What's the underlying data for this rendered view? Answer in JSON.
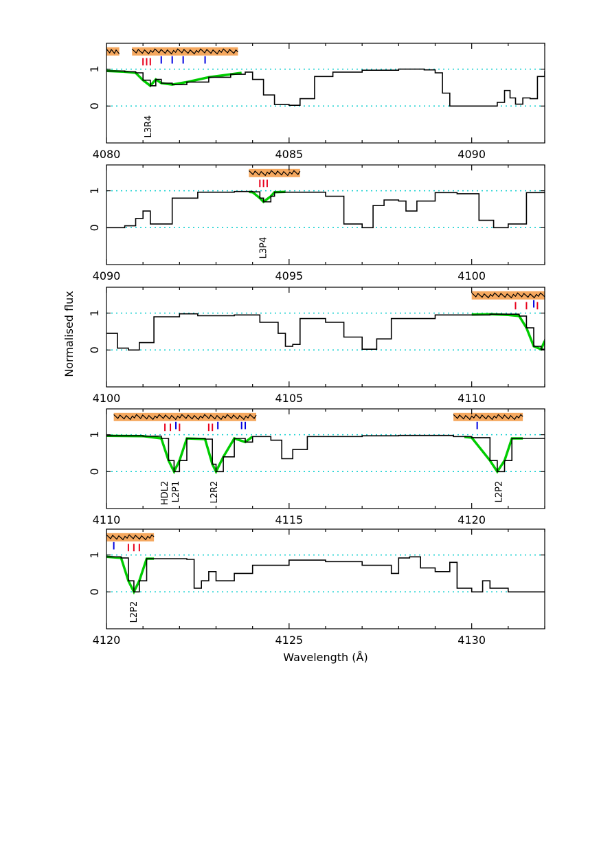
{
  "chart_data": {
    "type": "line",
    "xlabel": "Wavelength (Å)",
    "ylabel": "Normalised flux",
    "ylim": [
      -1,
      1.7
    ],
    "yticks": [
      0,
      1
    ],
    "colors": {
      "data": "#000000",
      "model": "#00cc00",
      "reference": "#00cccc",
      "residual_band": "#f5a85f",
      "ticks_red": "#e8001c",
      "ticks_blue": "#0000e0"
    },
    "panels": [
      {
        "xlim": [
          4080,
          4092
        ],
        "xticks": [
          4080,
          4085,
          4090
        ],
        "spectrum": [
          [
            4080,
            0.95
          ],
          [
            4080.5,
            0.93
          ],
          [
            4080.8,
            0.9
          ],
          [
            4081.0,
            0.7
          ],
          [
            4081.2,
            0.55
          ],
          [
            4081.35,
            0.72
          ],
          [
            4081.5,
            0.62
          ],
          [
            4081.8,
            0.58
          ],
          [
            4082.2,
            0.65
          ],
          [
            4082.8,
            0.78
          ],
          [
            4083.4,
            0.86
          ],
          [
            4083.8,
            0.92
          ],
          [
            4084.0,
            0.72
          ],
          [
            4084.3,
            0.3
          ],
          [
            4084.6,
            0.04
          ],
          [
            4085.0,
            0.02
          ],
          [
            4085.3,
            0.2
          ],
          [
            4085.7,
            0.8
          ],
          [
            4086.2,
            0.92
          ],
          [
            4087,
            0.97
          ],
          [
            4088,
            1.0
          ],
          [
            4088.7,
            0.98
          ],
          [
            4089.0,
            0.9
          ],
          [
            4089.2,
            0.35
          ],
          [
            4089.4,
            0.0
          ],
          [
            4089.8,
            0.0
          ],
          [
            4090.3,
            0.0
          ],
          [
            4090.7,
            0.1
          ],
          [
            4090.9,
            0.42
          ],
          [
            4091.05,
            0.22
          ],
          [
            4091.2,
            0.05
          ],
          [
            4091.4,
            0.22
          ],
          [
            4091.6,
            0.2
          ],
          [
            4091.8,
            0.8
          ],
          [
            4092,
            0.95
          ]
        ],
        "model_segments": [
          [
            [
              4080,
              0.95
            ],
            [
              4080.5,
              0.93
            ],
            [
              4080.8,
              0.9
            ],
            [
              4081.0,
              0.7
            ],
            [
              4081.2,
              0.55
            ],
            [
              4081.35,
              0.72
            ],
            [
              4081.5,
              0.62
            ],
            [
              4081.8,
              0.58
            ],
            [
              4082.2,
              0.65
            ],
            [
              4082.8,
              0.78
            ],
            [
              4083.4,
              0.86
            ],
            [
              4083.7,
              0.9
            ]
          ]
        ],
        "residual_bands": [
          [
            4080.0,
            4080.35
          ],
          [
            4080.7,
            4083.6
          ]
        ],
        "red_ticks": [
          4081.0,
          4081.1,
          4081.2
        ],
        "blue_ticks": [
          4081.5,
          4081.8,
          4082.1,
          4082.7
        ],
        "labels": [
          {
            "text": "L3R4",
            "x": 4081.15
          }
        ]
      },
      {
        "xlim": [
          4090,
          4102
        ],
        "xticks": [
          4090,
          4095,
          4100
        ],
        "spectrum": [
          [
            4090,
            0.0
          ],
          [
            4090.5,
            0.05
          ],
          [
            4090.8,
            0.25
          ],
          [
            4091.0,
            0.45
          ],
          [
            4091.2,
            0.1
          ],
          [
            4091.5,
            0.1
          ],
          [
            4091.8,
            0.8
          ],
          [
            4092.5,
            0.96
          ],
          [
            4093.5,
            0.98
          ],
          [
            4094.0,
            0.97
          ],
          [
            4094.2,
            0.8
          ],
          [
            4094.3,
            0.7
          ],
          [
            4094.5,
            0.85
          ],
          [
            4094.6,
            0.96
          ],
          [
            4095.5,
            0.96
          ],
          [
            4096.0,
            0.85
          ],
          [
            4096.5,
            0.1
          ],
          [
            4097.0,
            0.0
          ],
          [
            4097.3,
            0.6
          ],
          [
            4097.6,
            0.75
          ],
          [
            4098.0,
            0.72
          ],
          [
            4098.2,
            0.45
          ],
          [
            4098.5,
            0.72
          ],
          [
            4099.0,
            0.95
          ],
          [
            4099.6,
            0.92
          ],
          [
            4100.2,
            0.2
          ],
          [
            4100.6,
            0.0
          ],
          [
            4101.0,
            0.1
          ],
          [
            4101.5,
            0.95
          ],
          [
            4102,
            0.97
          ]
        ],
        "model_segments": [
          [
            [
              4093.9,
              0.97
            ],
            [
              4094.0,
              0.96
            ],
            [
              4094.2,
              0.8
            ],
            [
              4094.3,
              0.7
            ],
            [
              4094.5,
              0.85
            ],
            [
              4094.6,
              0.96
            ],
            [
              4094.9,
              0.97
            ]
          ]
        ],
        "residual_bands": [
          [
            4093.9,
            4095.3
          ]
        ],
        "red_ticks": [
          4094.2,
          4094.3,
          4094.4
        ],
        "blue_ticks": [],
        "labels": [
          {
            "text": "L3P4",
            "x": 4094.3
          }
        ]
      },
      {
        "xlim": [
          4100,
          4112
        ],
        "xticks": [
          4100,
          4105,
          4110
        ],
        "spectrum": [
          [
            4100,
            0.45
          ],
          [
            4100.3,
            0.05
          ],
          [
            4100.6,
            0.0
          ],
          [
            4100.9,
            0.2
          ],
          [
            4101.3,
            0.9
          ],
          [
            4102,
            0.98
          ],
          [
            4102.5,
            0.93
          ],
          [
            4103.5,
            0.95
          ],
          [
            4104.2,
            0.75
          ],
          [
            4104.7,
            0.45
          ],
          [
            4104.9,
            0.1
          ],
          [
            4105.1,
            0.15
          ],
          [
            4105.3,
            0.85
          ],
          [
            4106,
            0.75
          ],
          [
            4106.5,
            0.35
          ],
          [
            4107.0,
            0.02
          ],
          [
            4107.4,
            0.3
          ],
          [
            4107.8,
            0.85
          ],
          [
            4109,
            0.95
          ],
          [
            4110.5,
            0.97
          ],
          [
            4111.3,
            0.92
          ],
          [
            4111.5,
            0.6
          ],
          [
            4111.7,
            0.1
          ],
          [
            4111.9,
            0.02
          ],
          [
            4112,
            0.3
          ]
        ],
        "model_segments": [
          [
            [
              4110.0,
              0.96
            ],
            [
              4110.5,
              0.97
            ],
            [
              4111.0,
              0.95
            ],
            [
              4111.3,
              0.92
            ],
            [
              4111.5,
              0.6
            ],
            [
              4111.7,
              0.1
            ],
            [
              4111.9,
              0.02
            ],
            [
              4112,
              0.25
            ]
          ]
        ],
        "residual_bands": [
          [
            4110.0,
            4112.0
          ]
        ],
        "red_ticks": [
          4111.2,
          4111.5,
          4111.8
        ],
        "blue_ticks": [
          4111.7
        ],
        "labels": []
      },
      {
        "xlim": [
          4110,
          4122
        ],
        "xticks": [
          4110,
          4115,
          4120
        ],
        "spectrum": [
          [
            4110,
            0.97
          ],
          [
            4111,
            0.96
          ],
          [
            4111.5,
            0.9
          ],
          [
            4111.7,
            0.3
          ],
          [
            4111.85,
            0.0
          ],
          [
            4112.0,
            0.3
          ],
          [
            4112.2,
            0.9
          ],
          [
            4112.7,
            0.88
          ],
          [
            4112.9,
            0.2
          ],
          [
            4113.0,
            0.0
          ],
          [
            4113.2,
            0.4
          ],
          [
            4113.5,
            0.9
          ],
          [
            4113.8,
            0.8
          ],
          [
            4114.0,
            0.95
          ],
          [
            4114.5,
            0.85
          ],
          [
            4114.8,
            0.35
          ],
          [
            4115.1,
            0.6
          ],
          [
            4115.5,
            0.95
          ],
          [
            4117,
            0.97
          ],
          [
            4118,
            0.98
          ],
          [
            4119.5,
            0.95
          ],
          [
            4120.0,
            0.92
          ],
          [
            4120.5,
            0.3
          ],
          [
            4120.7,
            0.0
          ],
          [
            4120.9,
            0.3
          ],
          [
            4121.1,
            0.9
          ],
          [
            4122,
            0.88
          ]
        ],
        "model_segments": [
          [
            [
              4110,
              0.97
            ],
            [
              4111,
              0.96
            ],
            [
              4111.5,
              0.9
            ],
            [
              4111.7,
              0.3
            ],
            [
              4111.85,
              0.0
            ],
            [
              4112.0,
              0.3
            ],
            [
              4112.2,
              0.9
            ],
            [
              4112.7,
              0.88
            ],
            [
              4112.9,
              0.2
            ],
            [
              4113.0,
              0.0
            ],
            [
              4113.2,
              0.4
            ],
            [
              4113.5,
              0.9
            ],
            [
              4113.8,
              0.8
            ],
            [
              4114.0,
              0.95
            ]
          ],
          [
            [
              4119.8,
              0.94
            ],
            [
              4120.0,
              0.92
            ],
            [
              4120.5,
              0.3
            ],
            [
              4120.7,
              0.0
            ],
            [
              4120.9,
              0.3
            ],
            [
              4121.1,
              0.9
            ],
            [
              4121.4,
              0.9
            ]
          ]
        ],
        "residual_bands": [
          [
            4110.2,
            4114.1
          ],
          [
            4119.5,
            4121.4
          ]
        ],
        "red_ticks": [
          4111.6,
          4111.75,
          4112.0,
          4112.8,
          4112.9
        ],
        "blue_ticks": [
          4111.9,
          4113.05,
          4113.7,
          4113.8,
          4120.15
        ],
        "labels": [
          {
            "text": "HDL2",
            "x": 4111.6
          },
          {
            "text": "L2P1",
            "x": 4111.9
          },
          {
            "text": "L2R2",
            "x": 4112.95
          },
          {
            "text": "L2P2",
            "x": 4120.75
          }
        ]
      },
      {
        "xlim": [
          4120,
          4132
        ],
        "xticks": [
          4120,
          4125,
          4130
        ],
        "spectrum": [
          [
            4120,
            0.95
          ],
          [
            4120.4,
            0.92
          ],
          [
            4120.6,
            0.3
          ],
          [
            4120.75,
            0.0
          ],
          [
            4120.9,
            0.3
          ],
          [
            4121.1,
            0.9
          ],
          [
            4122.2,
            0.88
          ],
          [
            4122.4,
            0.1
          ],
          [
            4122.6,
            0.3
          ],
          [
            4122.8,
            0.55
          ],
          [
            4123.0,
            0.3
          ],
          [
            4123.5,
            0.5
          ],
          [
            4124.0,
            0.72
          ],
          [
            4125,
            0.86
          ],
          [
            4126,
            0.82
          ],
          [
            4127,
            0.72
          ],
          [
            4127.8,
            0.5
          ],
          [
            4128.0,
            0.92
          ],
          [
            4128.3,
            0.95
          ],
          [
            4128.6,
            0.65
          ],
          [
            4129.0,
            0.55
          ],
          [
            4129.4,
            0.8
          ],
          [
            4129.6,
            0.1
          ],
          [
            4130.0,
            0.0
          ],
          [
            4130.3,
            0.3
          ],
          [
            4130.5,
            0.1
          ],
          [
            4131,
            0.0
          ],
          [
            4132,
            0.0
          ]
        ],
        "model_segments": [
          [
            [
              4120,
              0.95
            ],
            [
              4120.4,
              0.92
            ],
            [
              4120.6,
              0.3
            ],
            [
              4120.75,
              0.0
            ],
            [
              4120.9,
              0.3
            ],
            [
              4121.1,
              0.9
            ],
            [
              4121.3,
              0.9
            ]
          ]
        ],
        "residual_bands": [
          [
            4120.0,
            4121.3
          ]
        ],
        "red_ticks": [
          4120.6,
          4120.75,
          4120.9
        ],
        "blue_ticks": [
          4120.2
        ],
        "labels": [
          {
            "text": "L2P2",
            "x": 4120.75
          }
        ]
      }
    ]
  }
}
